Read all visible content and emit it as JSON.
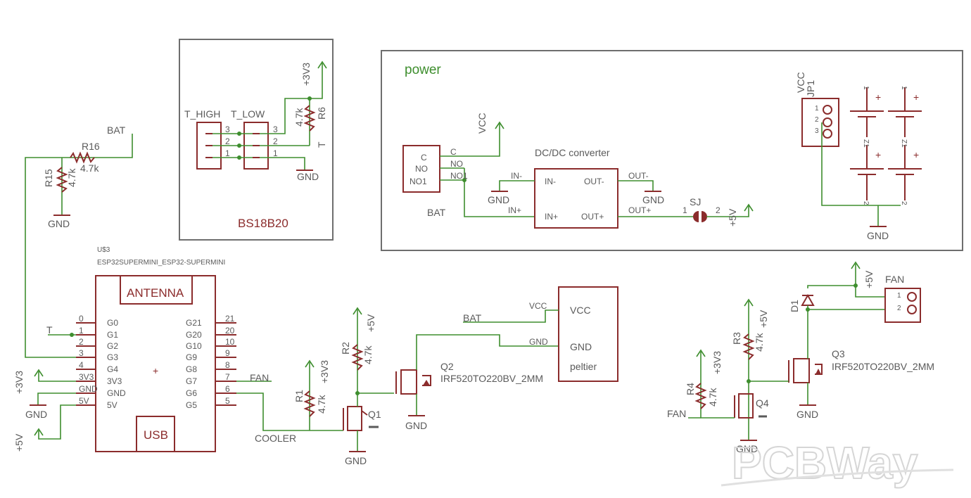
{
  "header": {
    "power_title": "power",
    "bs_title": "BS18B20",
    "ref": "U$3",
    "module": "ESP32SUPERMINI_ESP32-SUPERMINI"
  },
  "nets": {
    "bat": "BAT",
    "gnd": "GND",
    "v33": "+3V3",
    "v5": "+5V",
    "vcc": "VCC",
    "t": "T",
    "fan": "FAN",
    "cooler": "COOLER"
  },
  "resistors": {
    "r15": "R15",
    "r16": "R16",
    "r6": "R6",
    "r1": "R1",
    "r2": "R2",
    "r3": "R3",
    "r4": "R4",
    "value": "4.7k"
  },
  "ds18b20": {
    "t_high": "T_HIGH",
    "t_low": "T_LOW",
    "pins": [
      "3",
      "2",
      "1"
    ]
  },
  "esp32": {
    "antenna": "ANTENNA",
    "usb": "USB",
    "left_pins": [
      {
        "num": "0",
        "label": "G0"
      },
      {
        "num": "1",
        "label": "G1"
      },
      {
        "num": "2",
        "label": "G2"
      },
      {
        "num": "3",
        "label": "G3"
      },
      {
        "num": "4",
        "label": "G4"
      },
      {
        "num": "3V3",
        "label": "3V3"
      },
      {
        "num": "GND",
        "label": "GND"
      },
      {
        "num": "5V",
        "label": "5V"
      }
    ],
    "right_pins": [
      {
        "num": "21",
        "label": "G21"
      },
      {
        "num": "20",
        "label": "G20"
      },
      {
        "num": "10",
        "label": "G10"
      },
      {
        "num": "9",
        "label": "G9"
      },
      {
        "num": "8",
        "label": "G8"
      },
      {
        "num": "7",
        "label": "G7"
      },
      {
        "num": "6",
        "label": "G6"
      },
      {
        "num": "5",
        "label": "G5"
      }
    ]
  },
  "relay": {
    "c": "C",
    "no": "NO",
    "no1": "NO1"
  },
  "dcdc": {
    "title": "DC/DC converter",
    "in_minus": "IN-",
    "in_plus": "IN+",
    "out_minus": "OUT-",
    "out_plus": "OUT+"
  },
  "sj": {
    "name": "SJ",
    "pin1": "1",
    "pin2": "2"
  },
  "jp1": {
    "name": "JP1",
    "pins": [
      "1",
      "2",
      "3"
    ]
  },
  "battery": {
    "z": "Z1",
    "plus": "+",
    "pin1": "1",
    "pin2": "2"
  },
  "peltier": {
    "name": "peltier",
    "vcc": "VCC",
    "gnd": "GND"
  },
  "transistors": {
    "q1": "Q1",
    "q2": "Q2",
    "q3": "Q3",
    "q4": "Q4",
    "model": "IRF520TO220BV_2MM"
  },
  "fan_conn": {
    "name": "FAN",
    "pins": [
      "1",
      "2"
    ]
  },
  "diode": {
    "name": "D1"
  },
  "watermark": "PCBWay"
}
